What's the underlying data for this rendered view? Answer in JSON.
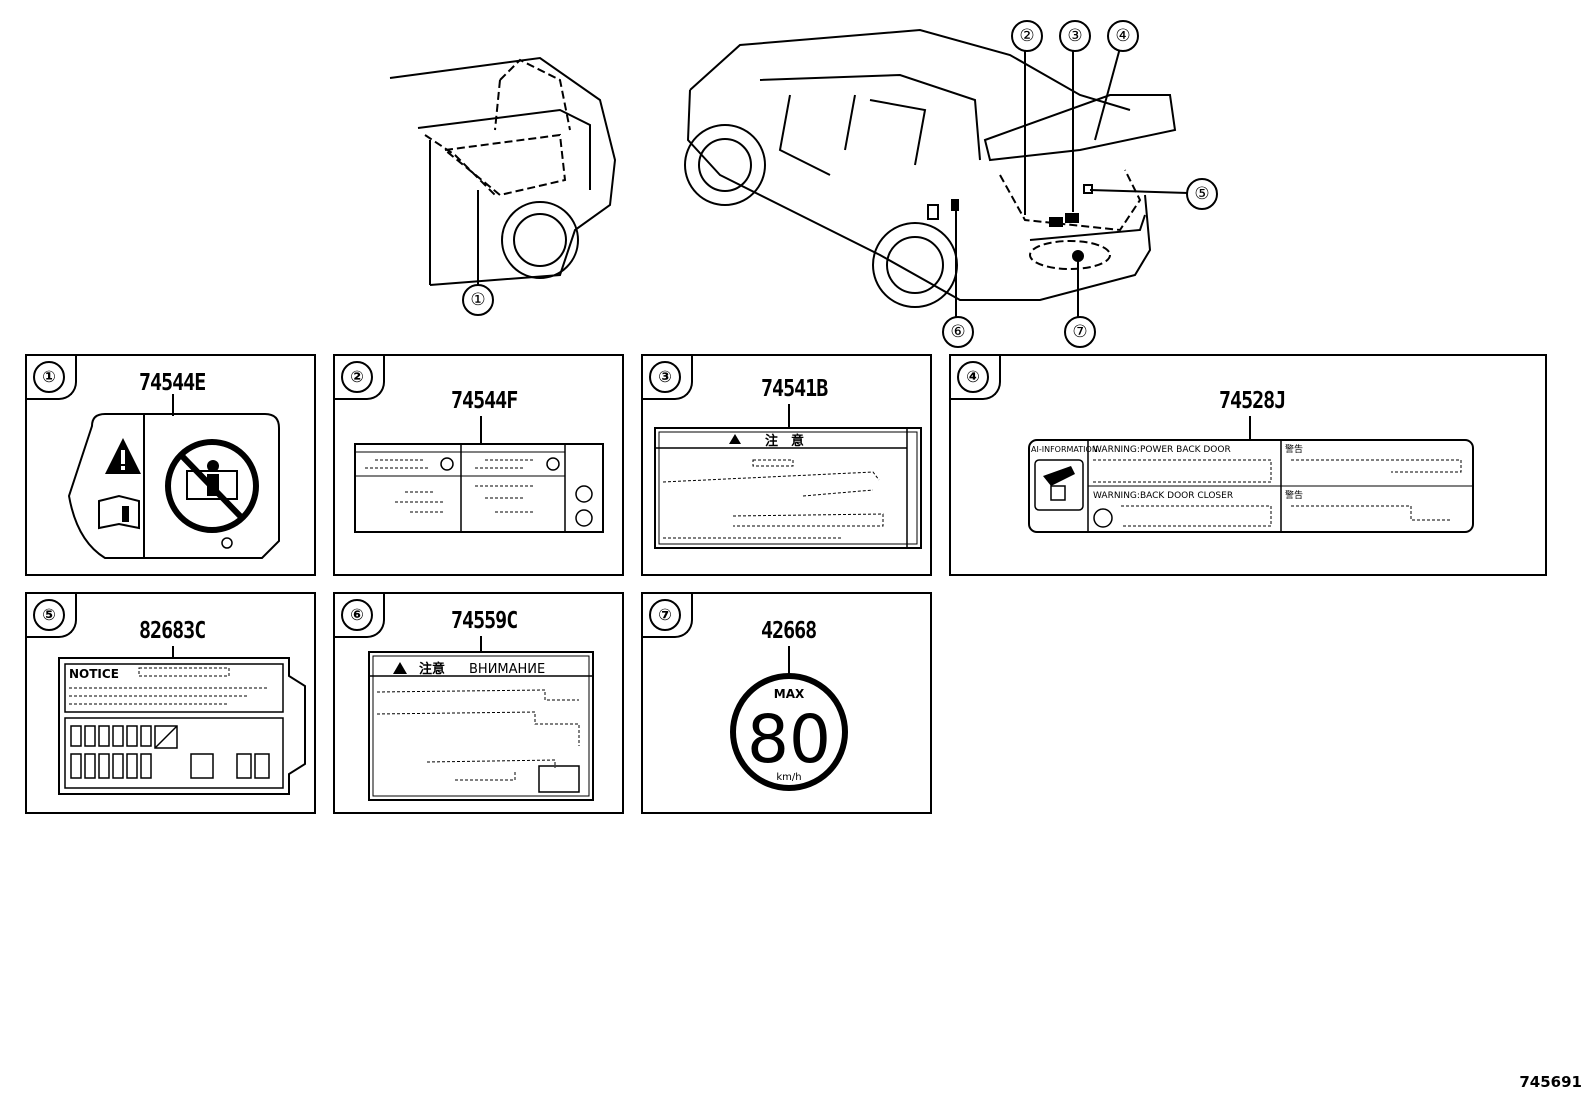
{
  "callouts": {
    "c1": "①",
    "c2": "②",
    "c3": "③",
    "c4": "④",
    "c5": "⑤",
    "c6": "⑥",
    "c7": "⑦"
  },
  "panels": [
    {
      "num": "①",
      "code": "74544E"
    },
    {
      "num": "②",
      "code": "74544F"
    },
    {
      "num": "③",
      "code": "74541B"
    },
    {
      "num": "④",
      "code": "74528J"
    },
    {
      "num": "⑤",
      "code": "82683C"
    },
    {
      "num": "⑥",
      "code": "74559C"
    },
    {
      "num": "⑦",
      "code": "42668"
    }
  ],
  "label_text": {
    "caution_jp": "注　意",
    "caution_ru_jp": "注意",
    "caution_ru": "ВНИМАНИЕ",
    "notice": "NOTICE",
    "max": "MAX",
    "speed": "80",
    "unit": "km/h",
    "warn_power": "WARNING:POWER BACK DOOR",
    "warn_close": "WARNING:BACK DOOR CLOSER",
    "warn_jp": "警告",
    "info_tag": "AI-INFORMATION"
  },
  "diagram_id": "745691",
  "colors": {
    "line": "#000000",
    "background": "#ffffff"
  }
}
